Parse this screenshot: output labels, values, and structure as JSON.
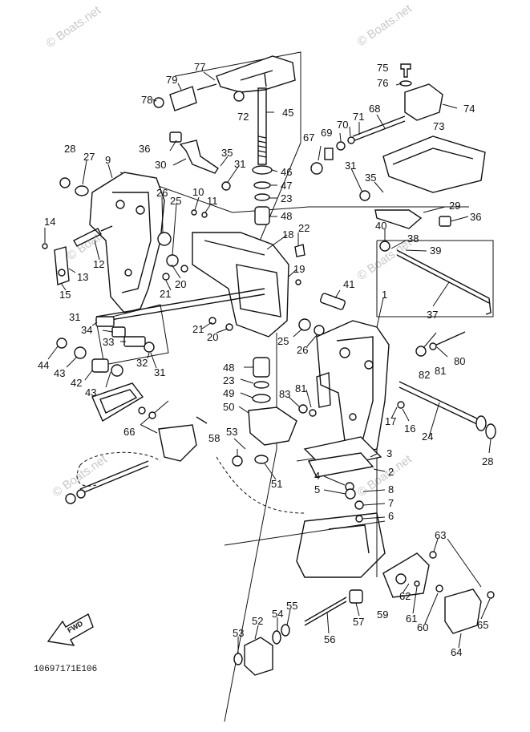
{
  "watermark": {
    "text": "© Boats.net"
  },
  "fwd_label": "FWD",
  "drawing_code": "10697171E106",
  "callouts": [
    {
      "id": "c77",
      "text": "77"
    },
    {
      "id": "c79",
      "text": "79"
    },
    {
      "id": "c78",
      "text": "78"
    },
    {
      "id": "c72",
      "text": "72"
    },
    {
      "id": "c45",
      "text": "45"
    },
    {
      "id": "c75",
      "text": "75"
    },
    {
      "id": "c76",
      "text": "76"
    },
    {
      "id": "c74",
      "text": "74"
    },
    {
      "id": "c68",
      "text": "68"
    },
    {
      "id": "c73",
      "text": "73"
    },
    {
      "id": "c71",
      "text": "71"
    },
    {
      "id": "c70",
      "text": "70"
    },
    {
      "id": "c69",
      "text": "69"
    },
    {
      "id": "c67",
      "text": "67"
    },
    {
      "id": "c36a",
      "text": "36"
    },
    {
      "id": "c35a",
      "text": "35"
    },
    {
      "id": "c30",
      "text": "30"
    },
    {
      "id": "c31a",
      "text": "31"
    },
    {
      "id": "c28a",
      "text": "28"
    },
    {
      "id": "c27",
      "text": "27"
    },
    {
      "id": "c9",
      "text": "9"
    },
    {
      "id": "c46",
      "text": "46"
    },
    {
      "id": "c47",
      "text": "47"
    },
    {
      "id": "c23a",
      "text": "23"
    },
    {
      "id": "c48a",
      "text": "48"
    },
    {
      "id": "c31b",
      "text": "31"
    },
    {
      "id": "c35b",
      "text": "35"
    },
    {
      "id": "c29",
      "text": "29"
    },
    {
      "id": "c36b",
      "text": "36"
    },
    {
      "id": "c26a",
      "text": "26"
    },
    {
      "id": "c25a",
      "text": "25"
    },
    {
      "id": "c10",
      "text": "10"
    },
    {
      "id": "c11",
      "text": "11"
    },
    {
      "id": "c14",
      "text": "14"
    },
    {
      "id": "c12",
      "text": "12"
    },
    {
      "id": "c13",
      "text": "13"
    },
    {
      "id": "c15",
      "text": "15"
    },
    {
      "id": "c20a",
      "text": "20"
    },
    {
      "id": "c21a",
      "text": "21"
    },
    {
      "id": "c18",
      "text": "18"
    },
    {
      "id": "c22",
      "text": "22"
    },
    {
      "id": "c40",
      "text": "40"
    },
    {
      "id": "c38",
      "text": "38"
    },
    {
      "id": "c39",
      "text": "39"
    },
    {
      "id": "c19",
      "text": "19"
    },
    {
      "id": "c41",
      "text": "41"
    },
    {
      "id": "c1",
      "text": "1"
    },
    {
      "id": "c37",
      "text": "37"
    },
    {
      "id": "c31c",
      "text": "31"
    },
    {
      "id": "c34",
      "text": "34"
    },
    {
      "id": "c33",
      "text": "33"
    },
    {
      "id": "c44",
      "text": "44"
    },
    {
      "id": "c43a",
      "text": "43"
    },
    {
      "id": "c42",
      "text": "42"
    },
    {
      "id": "c43b",
      "text": "43"
    },
    {
      "id": "c32",
      "text": "32"
    },
    {
      "id": "c31d",
      "text": "31"
    },
    {
      "id": "c21b",
      "text": "21"
    },
    {
      "id": "c20b",
      "text": "20"
    },
    {
      "id": "c25b",
      "text": "25"
    },
    {
      "id": "c26b",
      "text": "26"
    },
    {
      "id": "c80",
      "text": "80"
    },
    {
      "id": "c82",
      "text": "82"
    },
    {
      "id": "c81a",
      "text": "81"
    },
    {
      "id": "c48b",
      "text": "48"
    },
    {
      "id": "c23b",
      "text": "23"
    },
    {
      "id": "c49",
      "text": "49"
    },
    {
      "id": "c50",
      "text": "50"
    },
    {
      "id": "c83",
      "text": "83"
    },
    {
      "id": "c81b",
      "text": "81"
    },
    {
      "id": "c17",
      "text": "17"
    },
    {
      "id": "c16",
      "text": "16"
    },
    {
      "id": "c24",
      "text": "24"
    },
    {
      "id": "c66",
      "text": "66"
    },
    {
      "id": "c58",
      "text": "58"
    },
    {
      "id": "c53a",
      "text": "53"
    },
    {
      "id": "c51",
      "text": "51"
    },
    {
      "id": "c3",
      "text": "3"
    },
    {
      "id": "c2",
      "text": "2"
    },
    {
      "id": "c28b",
      "text": "28"
    },
    {
      "id": "c4",
      "text": "4"
    },
    {
      "id": "c5",
      "text": "5"
    },
    {
      "id": "c8",
      "text": "8"
    },
    {
      "id": "c7",
      "text": "7"
    },
    {
      "id": "c6",
      "text": "6"
    },
    {
      "id": "c63",
      "text": "63"
    },
    {
      "id": "c62",
      "text": "62"
    },
    {
      "id": "c59",
      "text": "59"
    },
    {
      "id": "c61",
      "text": "61"
    },
    {
      "id": "c60",
      "text": "60"
    },
    {
      "id": "c65",
      "text": "65"
    },
    {
      "id": "c64",
      "text": "64"
    },
    {
      "id": "c55",
      "text": "55"
    },
    {
      "id": "c54",
      "text": "54"
    },
    {
      "id": "c52",
      "text": "52"
    },
    {
      "id": "c57",
      "text": "57"
    },
    {
      "id": "c56",
      "text": "56"
    },
    {
      "id": "c53b",
      "text": "53"
    }
  ]
}
